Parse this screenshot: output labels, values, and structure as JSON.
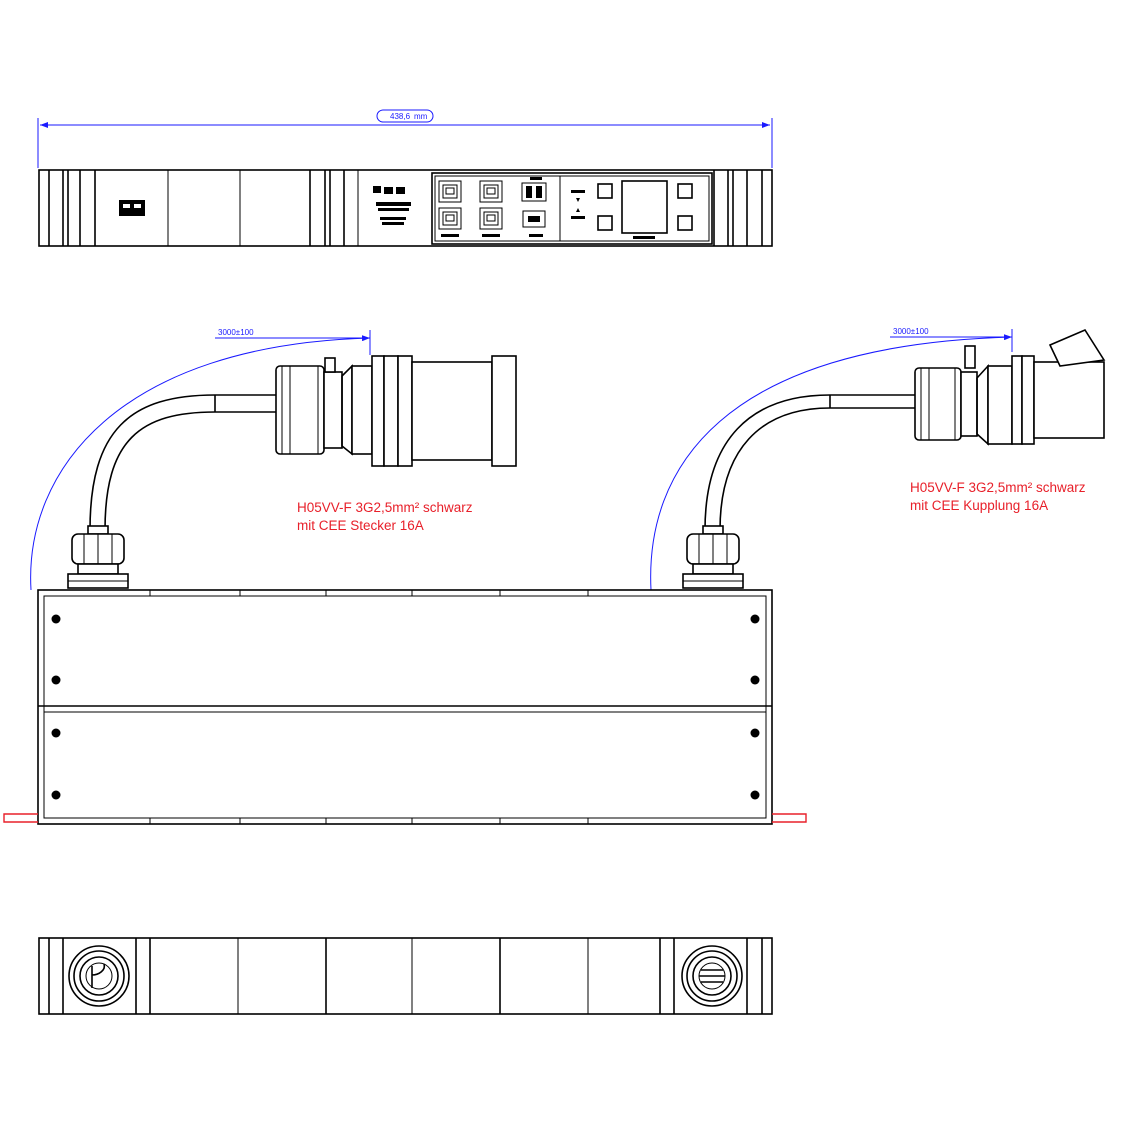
{
  "dimensions": {
    "overall_width": "438,6",
    "overall_width_unit": "mm",
    "cable_length_left": "3000±100",
    "cable_length_right": "3000±100"
  },
  "notes": {
    "left_cable_line1": "H05VV-F 3G2,5mm² schwarz",
    "left_cable_line2": "mit CEE Stecker 16A",
    "right_cable_line1": "H05VV-F 3G2,5mm² schwarz",
    "right_cable_line2": "mit CEE Kupplung 16A"
  },
  "colors": {
    "dimension": "#1a1aff",
    "annotation": "#e8202a",
    "outline": "#000000"
  }
}
